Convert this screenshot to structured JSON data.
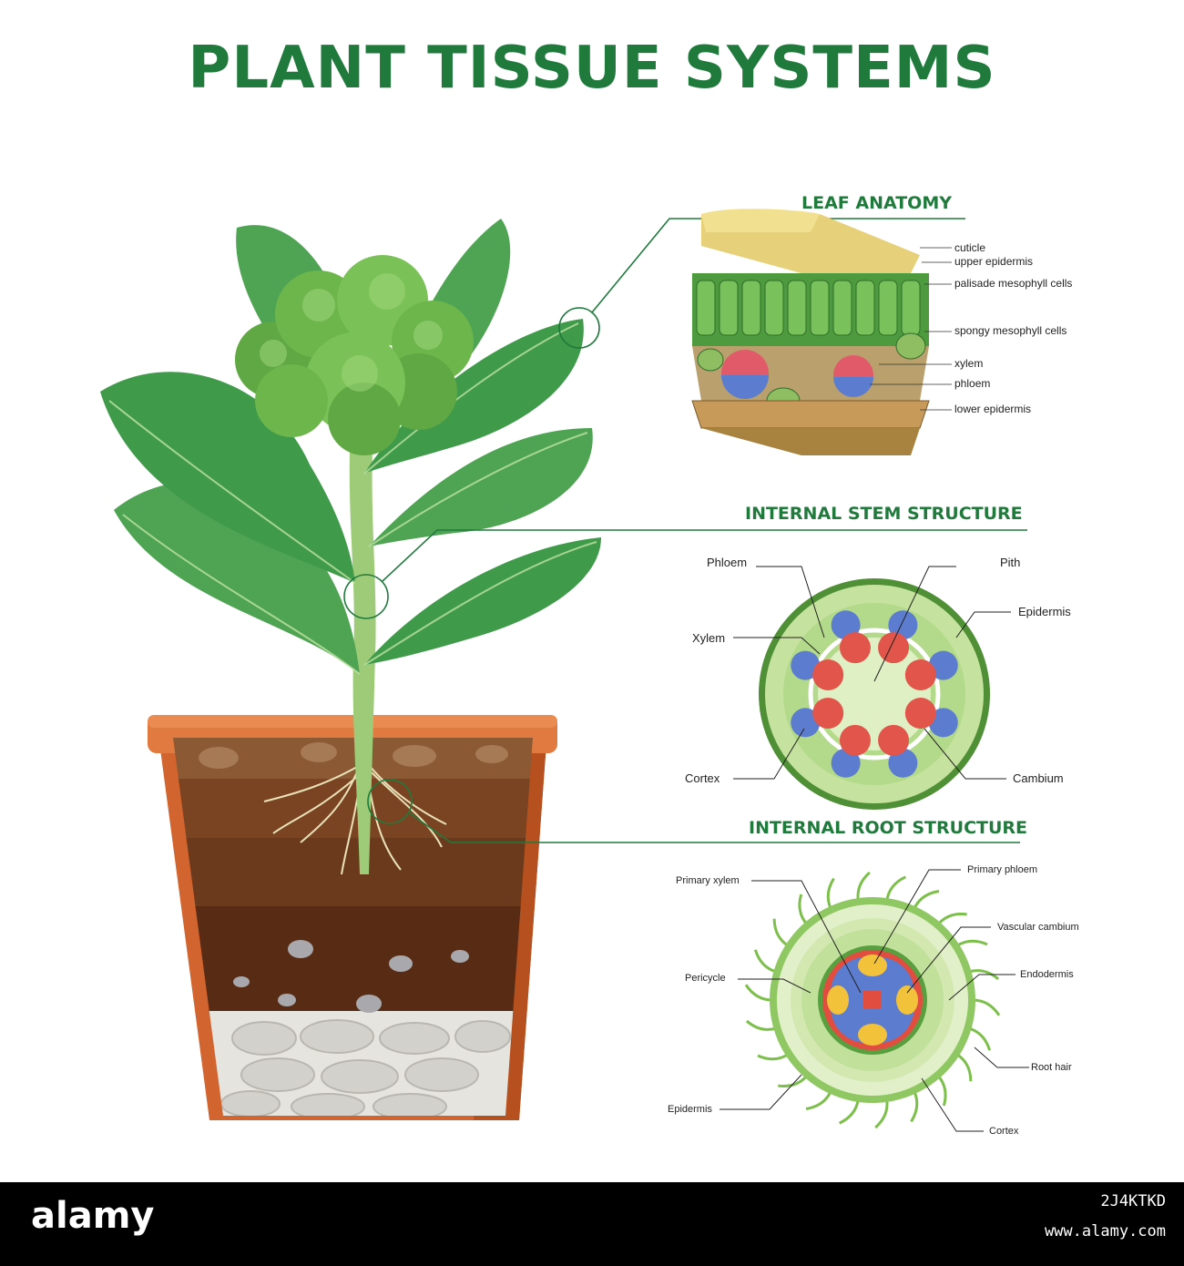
{
  "title": "PLANT TISSUE SYSTEMS",
  "leaf": {
    "heading": "LEAF ANATOMY",
    "labels": [
      "cuticle",
      "upper epidermis",
      "palisade mesophyll cells",
      "spongy mesophyll cells",
      "xylem",
      "phloem",
      "lower epidermis"
    ]
  },
  "stem": {
    "heading": "INTERNAL STEM STRUCTURE",
    "labels": [
      "Phloem",
      "Pith",
      "Epidermis",
      "Xylem",
      "Cortex",
      "Cambium"
    ]
  },
  "root": {
    "heading": "INTERNAL ROOT STRUCTURE",
    "labels": [
      "Primary xylem",
      "Primary phloem",
      "Vascular cambium",
      "Pericycle",
      "Endodermis",
      "Root hair",
      "Epidermis",
      "Cortex"
    ]
  },
  "watermark": {
    "brand": "alamy",
    "image_id": "2J4KTKD",
    "url": "www.alamy.com"
  },
  "colors": {
    "title_green": "#1f7a3c",
    "leaf_green": "#3f9a4a",
    "pot_orange": "#d1642f",
    "soil_brown": "#6b3a1c",
    "xylem_red": "#e1554a",
    "phloem_blue": "#5b7ccf"
  }
}
